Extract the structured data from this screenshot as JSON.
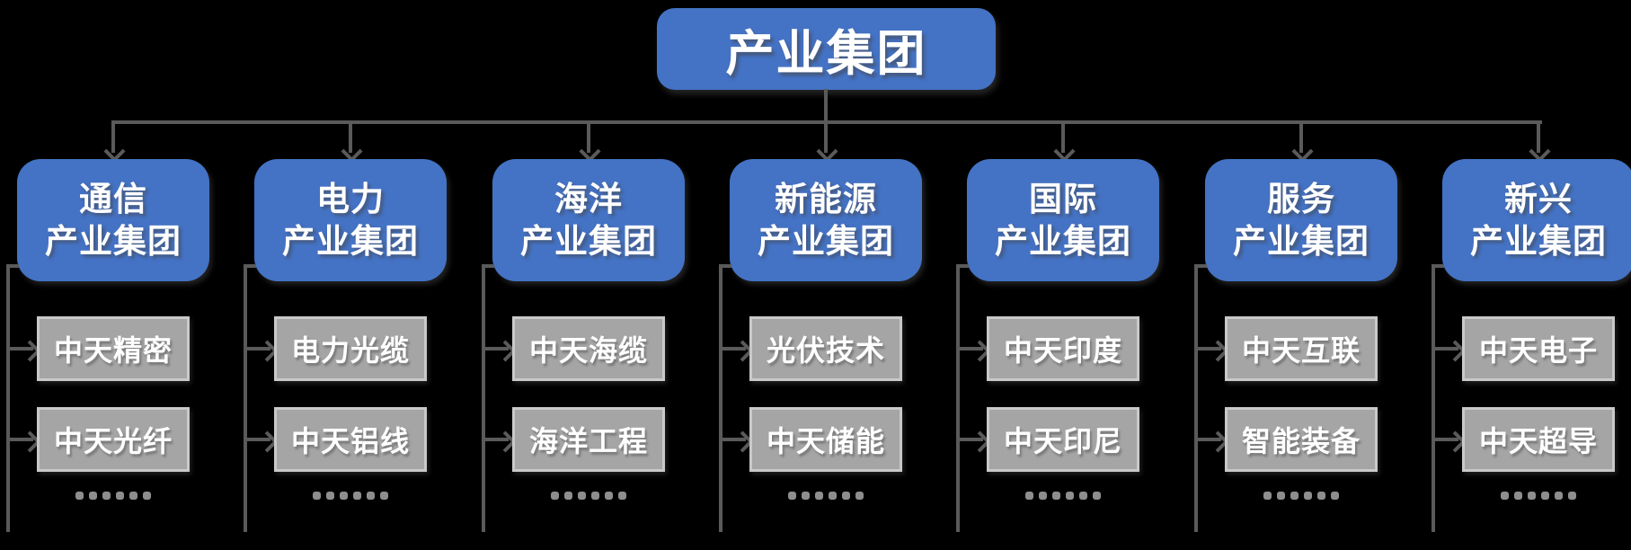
{
  "root": {
    "label": "产业集团"
  },
  "columns": [
    {
      "group_line1": "通信",
      "group_line2": "产业集团",
      "subsidiaries": [
        "中天精密",
        "中天光纤"
      ],
      "more_indicator": "……"
    },
    {
      "group_line1": "电力",
      "group_line2": "产业集团",
      "subsidiaries": [
        "电力光缆",
        "中天铝线"
      ],
      "more_indicator": "……"
    },
    {
      "group_line1": "海洋",
      "group_line2": "产业集团",
      "subsidiaries": [
        "中天海缆",
        "海洋工程"
      ],
      "more_indicator": "……"
    },
    {
      "group_line1": "新能源",
      "group_line2": "产业集团",
      "subsidiaries": [
        "光伏技术",
        "中天储能"
      ],
      "more_indicator": "……"
    },
    {
      "group_line1": "国际",
      "group_line2": "产业集团",
      "subsidiaries": [
        "中天印度",
        "中天印尼"
      ],
      "more_indicator": "……"
    },
    {
      "group_line1": "服务",
      "group_line2": "产业集团",
      "subsidiaries": [
        "中天互联",
        "智能装备"
      ],
      "more_indicator": "……"
    },
    {
      "group_line1": "新兴",
      "group_line2": "产业集团",
      "subsidiaries": [
        "中天电子",
        "中天超导"
      ],
      "more_indicator": "……"
    }
  ],
  "colors": {
    "node_blue": "#4472C4",
    "node_gray_fill": "#A5A5A5",
    "node_gray_border": "#C9C9C9",
    "connector_gray": "#5A5A5A",
    "ellipsis_gray": "#8E8E8E",
    "text_white": "#FFFFFF",
    "background": "#000000"
  }
}
